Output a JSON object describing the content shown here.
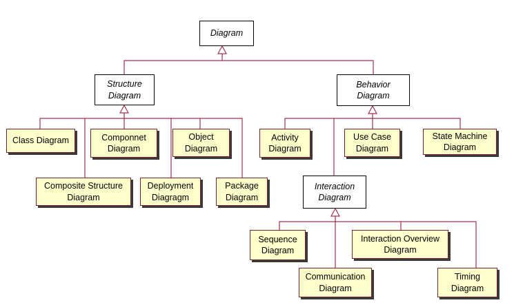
{
  "nodes": {
    "diagram": "Diagram",
    "structure": "Structure\nDiagram",
    "behavior": "Behavior\nDiagram",
    "class": "Class Diagram",
    "composite": "Composite Structure\nDiagram",
    "component": "Componnet\nDiagram",
    "deployment": "Deployment\nDiagragm",
    "object": "Object\nDiagram",
    "package": "Package\nDiagram",
    "activity": "Activity\nDiagram",
    "usecase": "Use Case\nDiagram",
    "statemachine": "State Machine\nDiagram",
    "interaction": "Interaction\nDiagram",
    "sequence": "Sequence\nDiagram",
    "communication": "Communication\nDiagram",
    "interaction_overview": "Interaction Overview\nDiagram",
    "timing": "Timing\nDiagram"
  },
  "colors": {
    "line": "#a0304a",
    "box_fill": "#ffffcc",
    "abstract_fill": "#ffffff"
  }
}
